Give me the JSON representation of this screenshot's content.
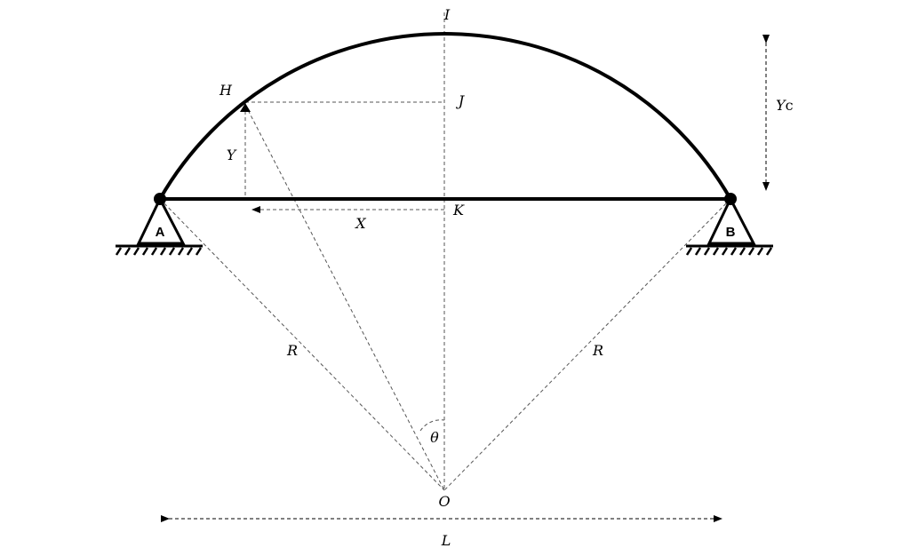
{
  "labels": {
    "I": "I",
    "H": "H",
    "J": "J",
    "K": "K",
    "X": "X",
    "Y": "Y",
    "Yc_main": "Y",
    "Yc_sub": "c",
    "R_left": "R",
    "R_right": "R",
    "theta": "θ",
    "O": "O",
    "L": "L"
  },
  "supports": {
    "A": "A",
    "B": "B"
  },
  "colors": {
    "line": "#000000",
    "dashed": "#555555"
  }
}
